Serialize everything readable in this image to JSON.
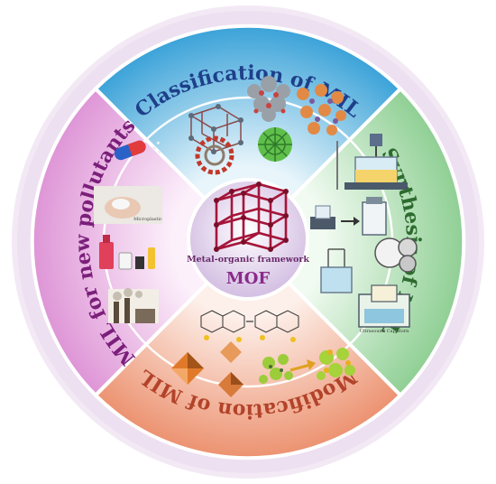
{
  "center": {
    "caption": "Metal-organic framework",
    "title": "MOF"
  },
  "sections": {
    "top": {
      "label": "Classification of MIL"
    },
    "right": {
      "label": "Synthesis of MIL"
    },
    "bottom": {
      "label": "Modification of MIL"
    },
    "left": {
      "label": "MIL for new pollutants"
    }
  },
  "annotations": {
    "microplastic": "Microplastic",
    "ultrasound": "Ultrasound Cup Horn"
  },
  "colors": {
    "top": "#48a9dc",
    "right": "#9fd6a3",
    "bottom": "#ee9e7d",
    "left": "#e3a2dc",
    "ring": "#f1e4f3",
    "mof": "#b41739",
    "centerCircle": "#d9c6e6"
  }
}
